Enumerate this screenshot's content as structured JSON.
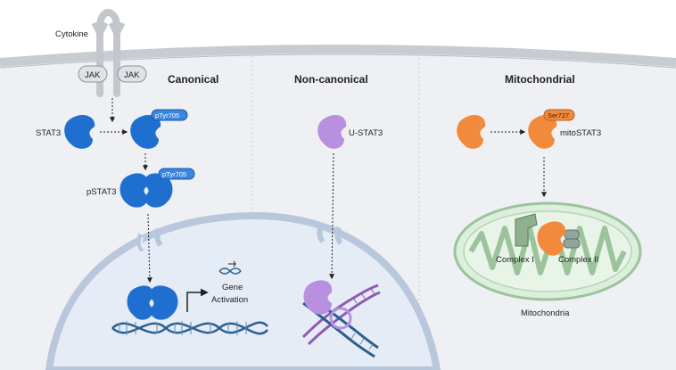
{
  "colors": {
    "cytoplasm": "#eef0f3",
    "membrane": "#c7cbd2",
    "nucleus": "#e5ecf5",
    "canonical_blue": "#1f6fd1",
    "noncanonical_purple": "#b98fe0",
    "mitochondrial_orange": "#f28a3c",
    "mito_green": "#cfe4cf",
    "complex_i": "#8fb08f",
    "complex_ii": "#93a59a",
    "dna_blue": "#2a5f8f",
    "dna_purple": "#8e5bb0"
  },
  "receptor": {
    "ligand_label": "Cytokine",
    "jak_left": "JAK",
    "jak_right": "JAK"
  },
  "pathways": {
    "canonical": {
      "title": "Canonical",
      "stat3_label": "STAT3",
      "ptyr_tag_1": "pTyr705",
      "pstat3_label": "pSTAT3",
      "ptyr_tag_2": "pTyr705",
      "gene_activation_line1": "Gene",
      "gene_activation_line2": "Activation"
    },
    "noncanonical": {
      "title": "Non-canonical",
      "ustat3_label": "U-STAT3"
    },
    "mitochondrial": {
      "title": "Mitochondrial",
      "ser_tag": "Ser727",
      "mitostat3_label": "mitoSTAT3",
      "complex_i_label": "Complex I",
      "complex_ii_label": "Complex II",
      "mitochondria_label": "Mitochondria"
    }
  },
  "icons": [
    "receptor-icon",
    "jak-icon",
    "stat3-protein-icon",
    "phospho-tag-icon",
    "dna-helix-icon",
    "transcription-arrow-icon",
    "mitochondrion-icon",
    "dashed-arrow-icon"
  ]
}
